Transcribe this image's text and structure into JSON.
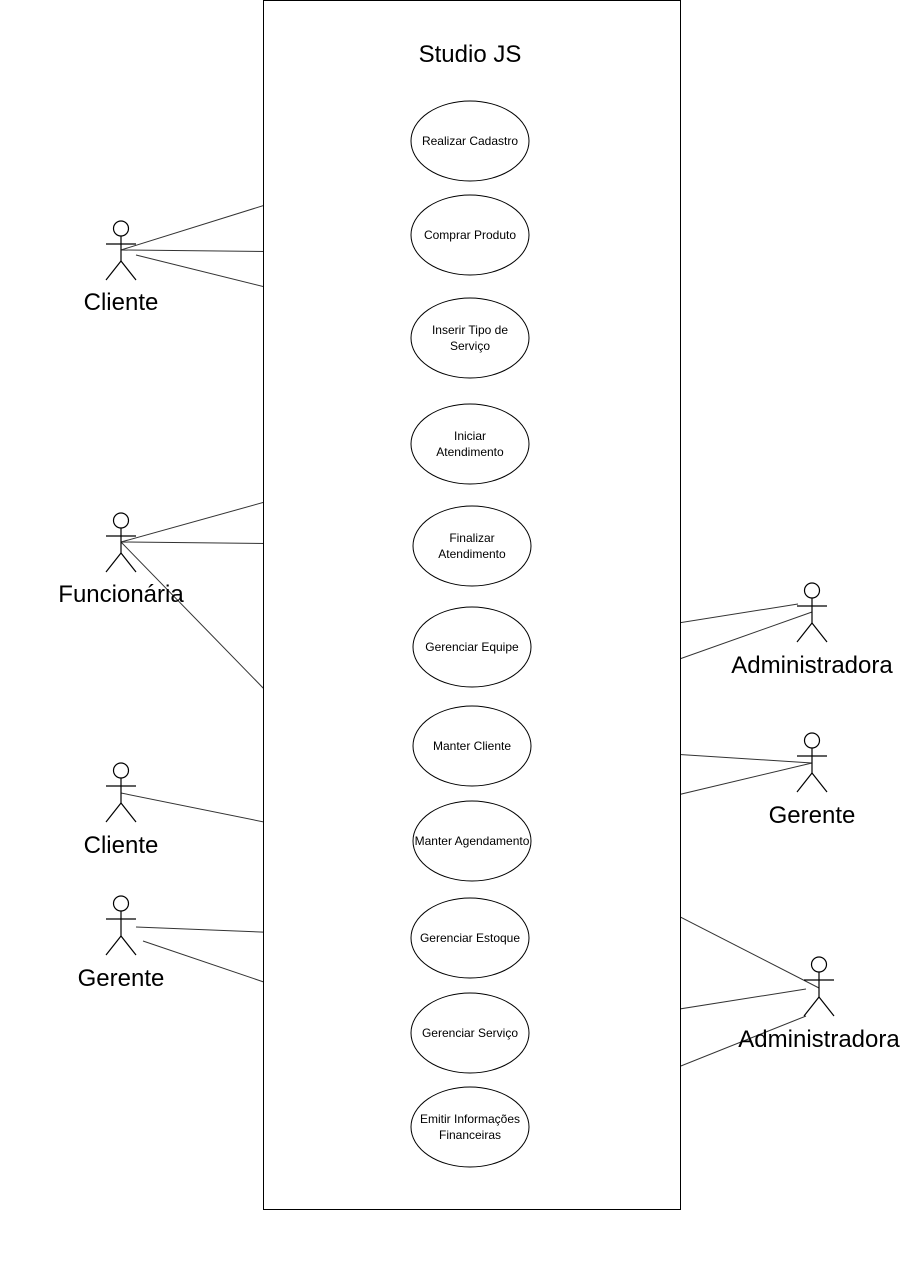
{
  "diagram": {
    "system_title": "Studio JS",
    "use_cases": [
      {
        "id": "realizar-cadastro",
        "lines": [
          "Realizar Cadastro"
        ]
      },
      {
        "id": "comprar-produto",
        "lines": [
          "Comprar Produto"
        ]
      },
      {
        "id": "inserir-tipo-servico",
        "lines": [
          "Inserir Tipo de",
          "Serviço"
        ]
      },
      {
        "id": "iniciar-atendimento",
        "lines": [
          "Iniciar",
          "Atendimento"
        ]
      },
      {
        "id": "finalizar-atendimento",
        "lines": [
          "Finalizar",
          "Atendimento"
        ]
      },
      {
        "id": "gerenciar-equipe",
        "lines": [
          "Gerenciar Equipe"
        ]
      },
      {
        "id": "manter-cliente",
        "lines": [
          "Manter Cliente"
        ]
      },
      {
        "id": "manter-agendamento",
        "lines": [
          "Manter Agendamento"
        ]
      },
      {
        "id": "gerenciar-estoque",
        "lines": [
          "Gerenciar Estoque"
        ]
      },
      {
        "id": "gerenciar-servico",
        "lines": [
          "Gerenciar Serviço"
        ]
      },
      {
        "id": "emitir-informacoes-financeiras",
        "lines": [
          "Emitir Informações",
          "Financeiras"
        ]
      }
    ],
    "actors": [
      {
        "id": "cliente-1",
        "label": "Cliente"
      },
      {
        "id": "funcionaria",
        "label": "Funcionária"
      },
      {
        "id": "cliente-2",
        "label": "Cliente"
      },
      {
        "id": "gerente-1",
        "label": "Gerente"
      },
      {
        "id": "administradora-1",
        "label": "Administradora"
      },
      {
        "id": "gerente-2",
        "label": "Gerente"
      },
      {
        "id": "administradora-2",
        "label": "Administradora"
      }
    ],
    "associations": [
      {
        "actor": "cliente-1",
        "use_case": "realizar-cadastro"
      },
      {
        "actor": "cliente-1",
        "use_case": "comprar-produto"
      },
      {
        "actor": "cliente-1",
        "use_case": "inserir-tipo-servico"
      },
      {
        "actor": "funcionaria",
        "use_case": "iniciar-atendimento"
      },
      {
        "actor": "funcionaria",
        "use_case": "finalizar-atendimento"
      },
      {
        "actor": "funcionaria",
        "use_case": "manter-agendamento"
      },
      {
        "actor": "cliente-2",
        "use_case": "manter-agendamento"
      },
      {
        "actor": "gerente-1",
        "use_case": "gerenciar-estoque"
      },
      {
        "actor": "gerente-1",
        "use_case": "gerenciar-servico"
      },
      {
        "actor": "administradora-1",
        "use_case": "gerenciar-equipe"
      },
      {
        "actor": "administradora-1",
        "use_case": "manter-cliente"
      },
      {
        "actor": "gerente-2",
        "use_case": "manter-cliente"
      },
      {
        "actor": "gerente-2",
        "use_case": "manter-agendamento"
      },
      {
        "actor": "administradora-2",
        "use_case": "manter-agendamento"
      },
      {
        "actor": "administradora-2",
        "use_case": "gerenciar-servico"
      },
      {
        "actor": "administradora-2",
        "use_case": "emitir-informacoes-financeiras"
      }
    ]
  }
}
